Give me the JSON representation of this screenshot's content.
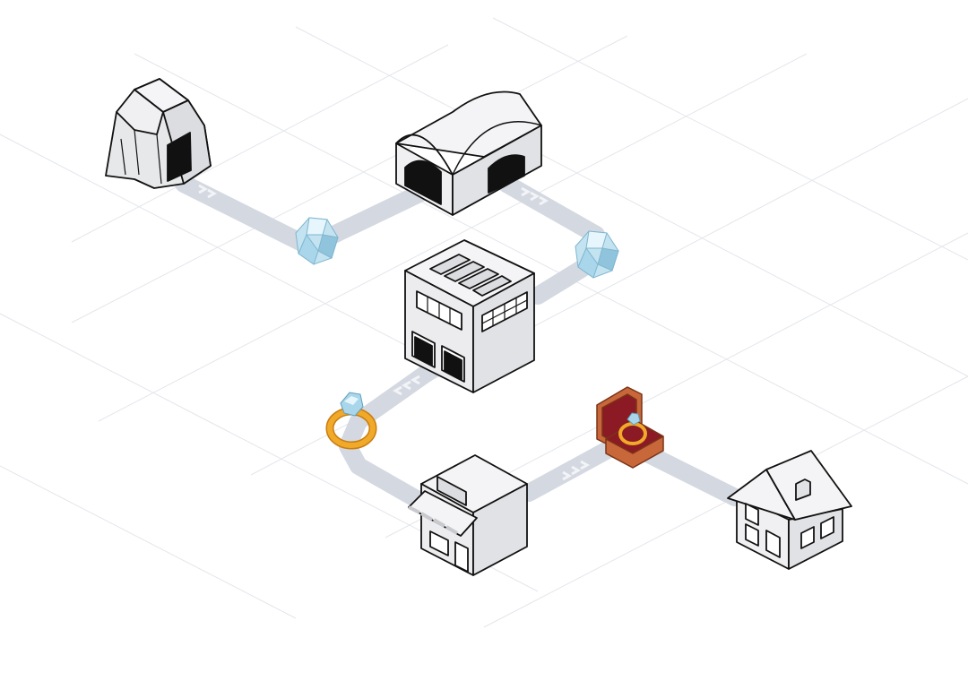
{
  "diagram": {
    "nodes": [
      {
        "id": "mine",
        "kind": "cave",
        "icon": "mine-cave-icon"
      },
      {
        "id": "warehouse",
        "kind": "warehouse",
        "icon": "warehouse-icon"
      },
      {
        "id": "factory",
        "kind": "factory",
        "icon": "factory-icon"
      },
      {
        "id": "store",
        "kind": "shop",
        "icon": "store-icon"
      },
      {
        "id": "home",
        "kind": "house",
        "icon": "house-icon"
      }
    ],
    "items": [
      {
        "id": "raw-gem-1",
        "icon": "raw-gemstone-icon"
      },
      {
        "id": "raw-gem-2",
        "icon": "raw-gemstone-icon"
      },
      {
        "id": "ring",
        "icon": "gold-ring-icon"
      },
      {
        "id": "boxed-ring",
        "icon": "ring-box-icon"
      }
    ],
    "flow": [
      "mine",
      "raw-gem-1",
      "warehouse",
      "raw-gem-2",
      "factory",
      "ring",
      "store",
      "boxed-ring",
      "home"
    ]
  },
  "colors": {
    "background": "#ffffff",
    "grid": "#e4e6ec",
    "path": "#d4d8e1",
    "chevron": "#f2f4f7",
    "building_top": "#f4f4f6",
    "building_side": "#e1e2e5",
    "building_dark": "#c9cace",
    "outline": "#111111",
    "gem_light": "#d6eef8",
    "gem_mid": "#a9d6ea",
    "gem_dark": "#7fb6cf",
    "gold": "#f0a928",
    "gold_dark": "#c97d12",
    "box_brown": "#c8673a",
    "box_dark": "#8e3e1e",
    "box_velvet": "#8b1a24"
  }
}
